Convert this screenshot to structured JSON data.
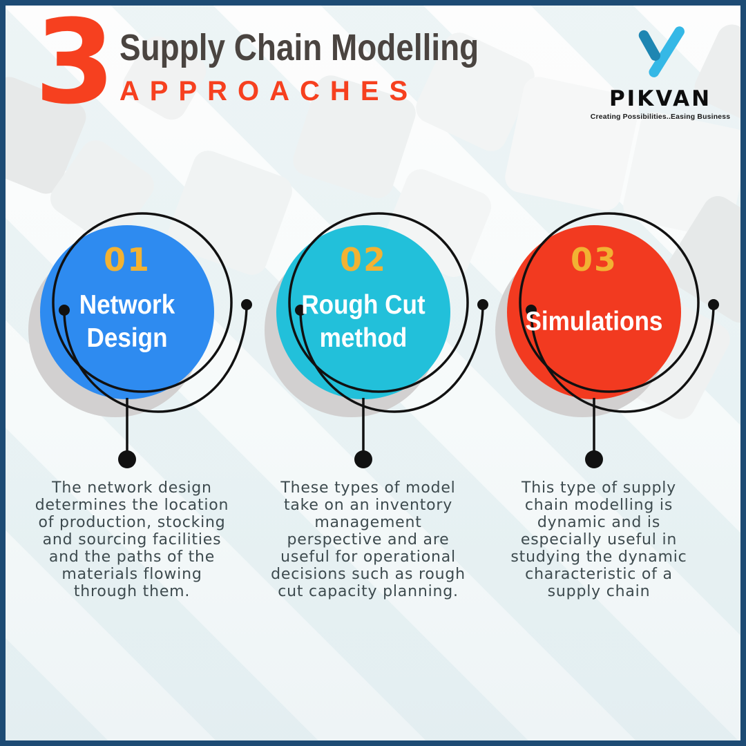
{
  "header": {
    "big_number": "3",
    "title": "Supply Chain Modelling",
    "subtitle": "APPROACHES"
  },
  "logo": {
    "name": "PIKVAN",
    "tagline": "Creating Possibilities..Easing Business",
    "icon": "check-mark-icon",
    "check_dark_color": "#1e86b2",
    "check_light_color": "#35b8e6"
  },
  "items": [
    {
      "number": "01",
      "label": "Network\nDesign",
      "color": "#2E8BF0",
      "description": "The network design\ndetermines the location\nof production, stocking\nand sourcing facilities\nand the paths of the\nmaterials flowing\nthrough them."
    },
    {
      "number": "02",
      "label": "Rough Cut\nmethod",
      "color": "#22C0DA",
      "description": "These types of model\ntake on an inventory\nmanagement\nperspective and are\nuseful for operational\ndecisions such as rough\ncut capacity planning."
    },
    {
      "number": "03",
      "label": "Simulations",
      "color": "#F23A20",
      "description": "This type of supply\nchain modelling is\ndynamic and is\nespecially useful in\nstudying the dynamic\ncharacteristic of a\nsupply chain"
    }
  ],
  "colors": {
    "accent_red": "#F6401F",
    "title_dark": "#4A4440",
    "number_yellow": "#F2B233",
    "paragraph_text": "#3D4A4E",
    "border_navy": "#1D4B74",
    "shadow_gray": "#D2D0D0",
    "swirl_black": "#111111"
  }
}
